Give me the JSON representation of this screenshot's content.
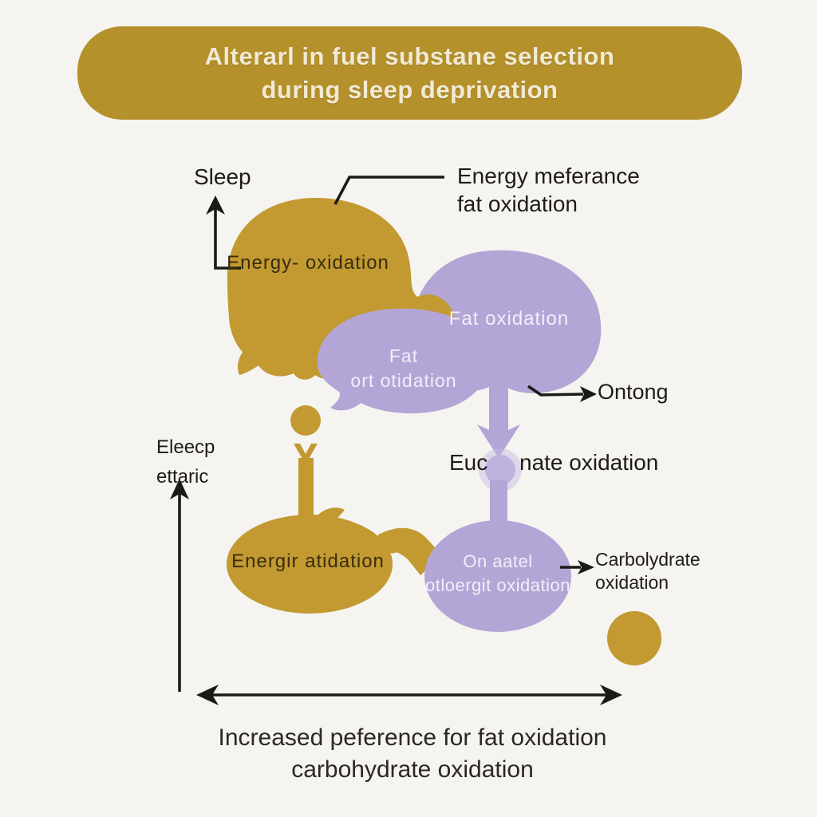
{
  "colors": {
    "background": "#f5f4f1",
    "banner_gold": "#b5912c",
    "blob_gold": "#c29a31",
    "blob_purple": "#b3a6d6",
    "soft_purple": "#c2b6e2",
    "arrow_black": "#1c1a17",
    "title_text": "#f1ead4",
    "dark_label": "#1f1c16"
  },
  "title": {
    "line1": "Alterarl in fuel substane selection",
    "line2": "during sleep deprivation"
  },
  "labels": {
    "sleep": "Sleep",
    "energy_reference": {
      "line1": "Energy meferance",
      "line2": "fat oxidation"
    },
    "gold_blob": "Energy- oxidation",
    "fat_oxidation": "Fat oxidation",
    "fat_ort": {
      "line1": "Fat",
      "line2": "ort otidation"
    },
    "ontong": "Ontong",
    "y_axis": {
      "line1": "Eleecp",
      "line2": "ettaric"
    },
    "euc": {
      "part1": "Euc",
      "part2": "nate oxidation"
    },
    "gold_ellipse": "Energir atidation",
    "purple_ellipse": {
      "line1": "On aatel",
      "line2": "otloergit oxidation"
    },
    "carbohydrate": {
      "line1": "Carbolydrate",
      "line2": "oxidation"
    },
    "caption": {
      "line1": "Increased peference for fat oxidation",
      "line2": "carbohydrate oxidation"
    }
  }
}
